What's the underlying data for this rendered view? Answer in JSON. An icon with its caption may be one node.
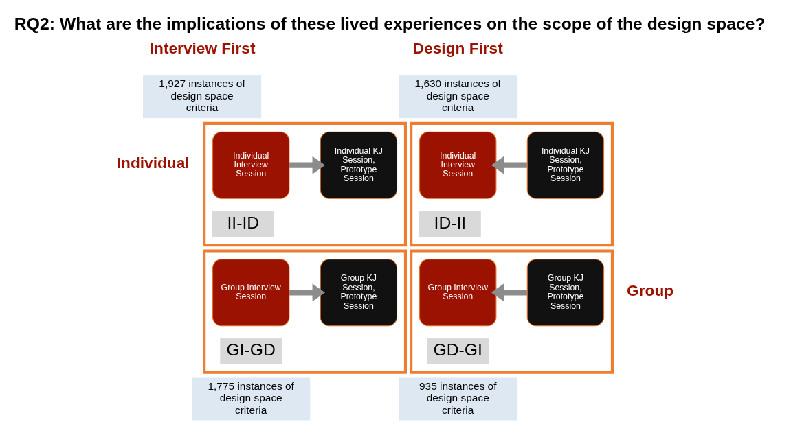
{
  "diagram": {
    "title": "RQ2: What are the implications of these lived experiences on the scope of the design space?",
    "nodes": [
      {
        "text": [],
        "shape": "box"
      },
      {
        "text": [
          "Individual Interview Session"
        ],
        "in": 0
      },
      {
        "text": [
          "Individual KJ Session, Prototype Session"
        ],
        "in": 0
      },
      {
        "text": [
          "II-ID"
        ],
        "in": 0
      },
      {
        "text": [],
        "shape": "box"
      },
      {
        "text": [
          "Individual KJ Session, Prototype Session"
        ],
        "in": 4
      },
      {
        "text": [
          "Individual Interview Session"
        ],
        "in": 4
      },
      {
        "text": [
          "ID-II"
        ],
        "in": 4
      },
      {
        "text": [],
        "shape": "box"
      },
      {
        "text": [
          "Group Interview Session"
        ],
        "in": 8
      },
      {
        "text": [
          "Group KJ Session, Prototype Session"
        ],
        "in": 8
      },
      {
        "text": [
          "GI-GD"
        ],
        "in": 8
      },
      {
        "text": [],
        "shape": "box"
      },
      {
        "text": [
          "Group KJ Session, Prototype Session"
        ],
        "in": 12
      },
      {
        "text": [
          "Group Interview Session"
        ],
        "in": 12
      },
      {
        "text": [
          "GD-GI"
        ],
        "in": 12
      },
      {
        "text": [
          "1,927 instances of design space criteria"
        ]
      },
      {
        "text": [
          "1,630 instances of design space criteria"
        ]
      },
      {
        "text": [
          "1,775 instances of design space criteria"
        ]
      },
      {
        "text": [
          "935 instances of design space criteria"
        ]
      }
    ],
    "edges": [
      {
        "from": 1,
        "to": 2,
        "arrow": "to"
      },
      {
        "from": 5,
        "to": 6,
        "arrow": "to"
      },
      {
        "from": 9,
        "to": 10,
        "arrow": "to"
      },
      {
        "from": 13,
        "to": 14,
        "arrow": "to"
      }
    ],
    "labels": [
      "Interview First",
      "Design First",
      "Individual",
      "Group"
    ]
  }
}
